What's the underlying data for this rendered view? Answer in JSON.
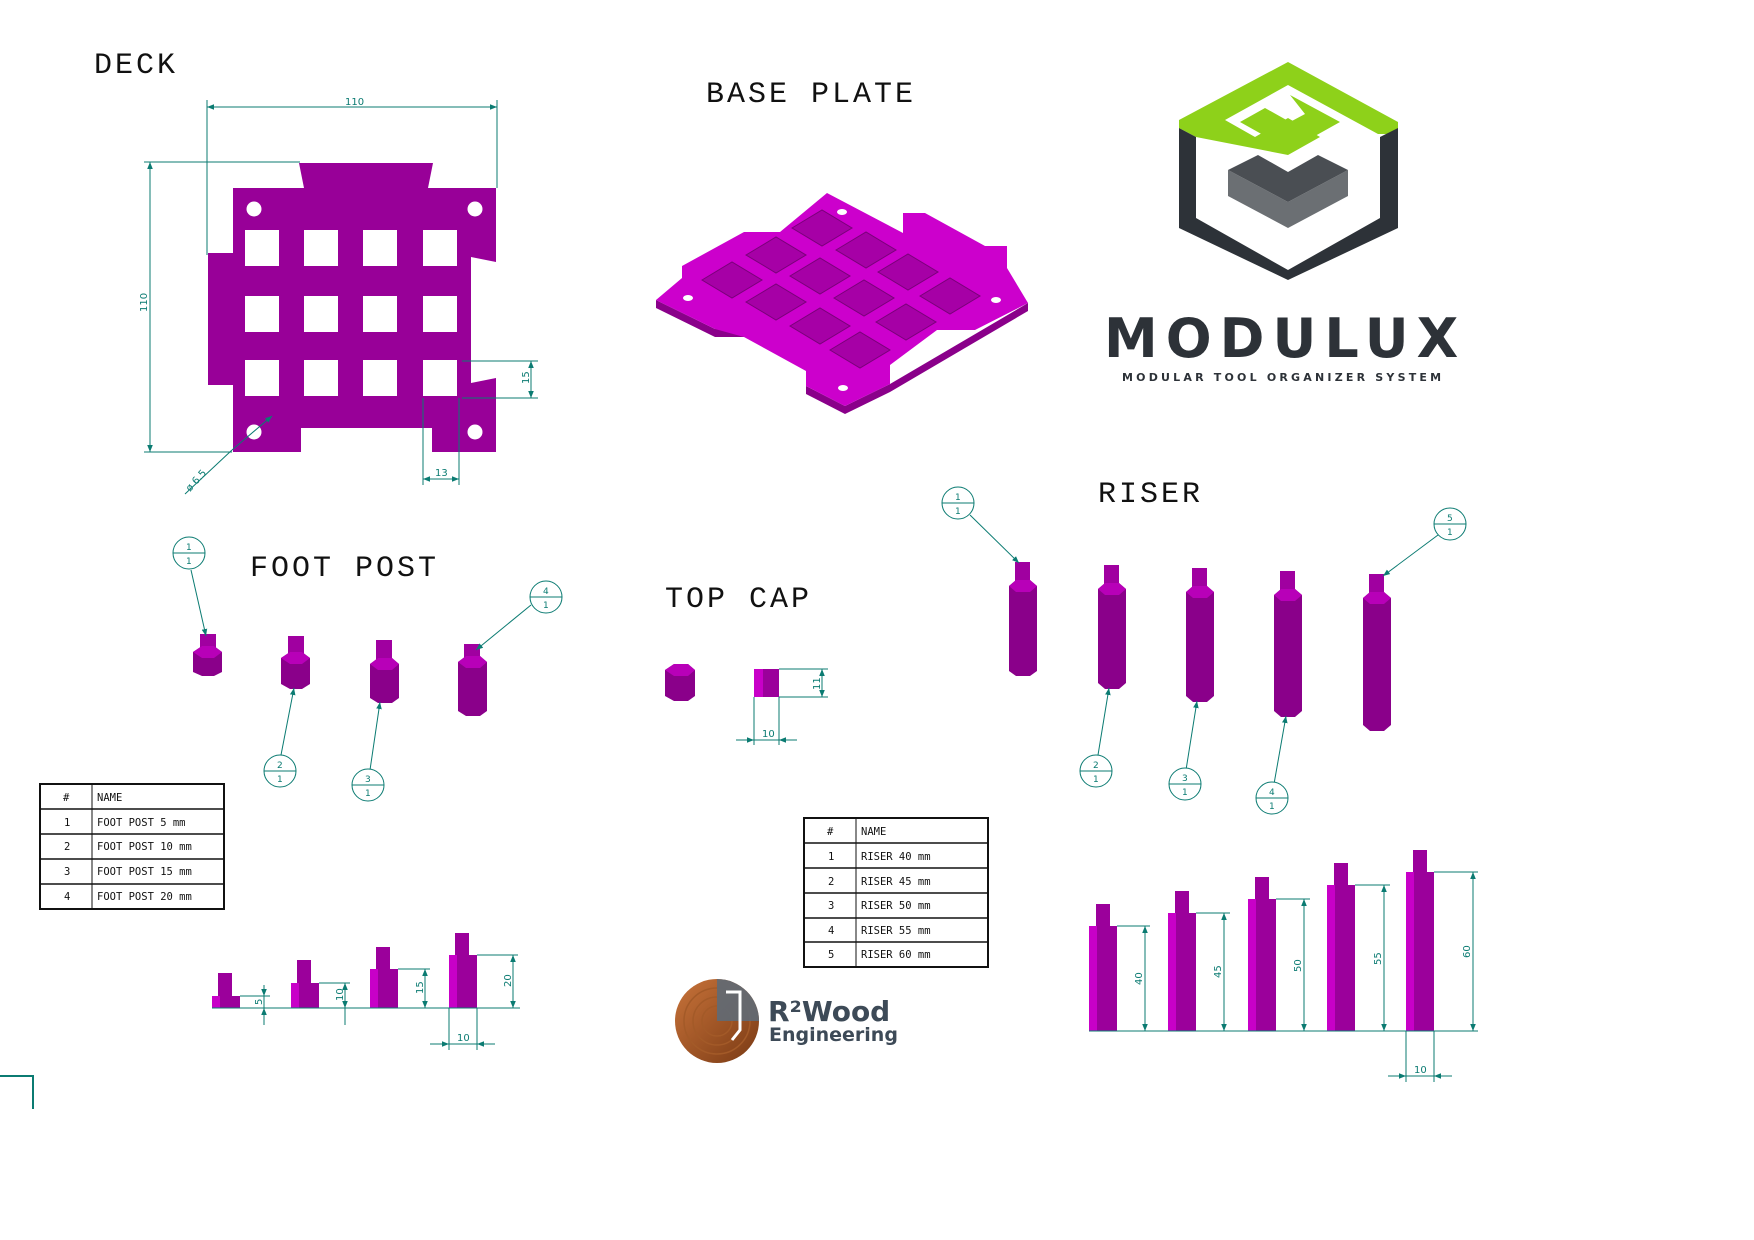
{
  "titles": {
    "deck": "DECK",
    "base_plate": "BASE PLATE",
    "foot_post": "FOOT POST",
    "top_cap": "TOP CAP",
    "riser": "RISER"
  },
  "deck_dims": {
    "width": "110",
    "height": "110",
    "pitch": "15",
    "square": "13",
    "hole": "ø 6.5"
  },
  "top_cap_dims": {
    "height": "11",
    "width": "10"
  },
  "foot_post_side_dims": {
    "heights": [
      "5",
      "10",
      "15",
      "20"
    ],
    "width": "10"
  },
  "riser_side_dims": {
    "heights": [
      "40",
      "45",
      "50",
      "55",
      "60"
    ],
    "width": "10"
  },
  "foot_post_balloons": [
    {
      "top": "1",
      "bottom": "1"
    },
    {
      "top": "2",
      "bottom": "1"
    },
    {
      "top": "3",
      "bottom": "1"
    },
    {
      "top": "4",
      "bottom": "1"
    }
  ],
  "riser_balloons": [
    {
      "top": "1",
      "bottom": "1"
    },
    {
      "top": "2",
      "bottom": "1"
    },
    {
      "top": "3",
      "bottom": "1"
    },
    {
      "top": "4",
      "bottom": "1"
    },
    {
      "top": "5",
      "bottom": "1"
    }
  ],
  "foot_post_table": {
    "headers": [
      "#",
      "NAME"
    ],
    "rows": [
      [
        "1",
        "FOOT POST  5 mm"
      ],
      [
        "2",
        "FOOT POST  10 mm"
      ],
      [
        "3",
        "FOOT POST  15 mm"
      ],
      [
        "4",
        "FOOT POST  20 mm"
      ]
    ]
  },
  "riser_table": {
    "headers": [
      "#",
      "NAME"
    ],
    "rows": [
      [
        "1",
        "RISER 40 mm"
      ],
      [
        "2",
        "RISER 45 mm"
      ],
      [
        "3",
        "RISER 50 mm"
      ],
      [
        "4",
        "RISER 55 mm"
      ],
      [
        "5",
        "RISER 60 mm"
      ]
    ]
  },
  "logo": {
    "name": "MODULUX",
    "tagline": "MODULAR TOOL ORGANIZER SYSTEM"
  },
  "maker": {
    "line1": "R²Wood",
    "line2": "Engineering"
  },
  "colors": {
    "part": "#9b009b",
    "part_bright": "#c800c8",
    "dimension": "#0b7b72",
    "logo_green": "#8ed11a",
    "logo_dark": "#2d3238"
  }
}
